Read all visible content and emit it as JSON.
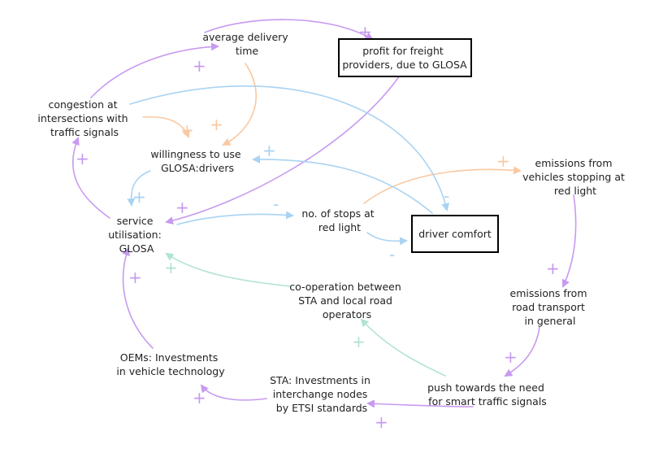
{
  "colors": {
    "purple": "#c79af0",
    "orange": "#f9c9a2",
    "blue": "#a9d3f2",
    "green": "#b2e3cf",
    "text": "#222222",
    "box_border": "#000000"
  },
  "nodes": {
    "average_delivery_time": [
      "average delivery",
      "time"
    ],
    "profit_freight": [
      "profit for freight",
      "providers, due to GLOSA"
    ],
    "congestion": [
      "congestion at",
      "intersections with",
      "traffic signals"
    ],
    "willingness": [
      "willingness to use",
      "GLOSA:drivers"
    ],
    "emissions_stopping": [
      "emissions from",
      "vehicles stopping at",
      "red light"
    ],
    "service_utilisation": [
      "service",
      "utilisation:",
      "GLOSA"
    ],
    "stops_red_light": [
      "no. of stops at",
      "red light"
    ],
    "driver_comfort": [
      "driver comfort"
    ],
    "cooperation": [
      "co-operation between",
      "STA and local road",
      "operators"
    ],
    "emissions_road": [
      "emissions from",
      "road transport",
      "in general"
    ],
    "oems": [
      "OEMs: Investments",
      "in vehicle technology"
    ],
    "sta_investments": [
      "STA: Investments in",
      "interchange nodes",
      "by ETSI standards"
    ],
    "push": [
      "push towards the need",
      "for smart traffic signals"
    ]
  },
  "polarity": {
    "plus": "+",
    "minus": "-"
  }
}
